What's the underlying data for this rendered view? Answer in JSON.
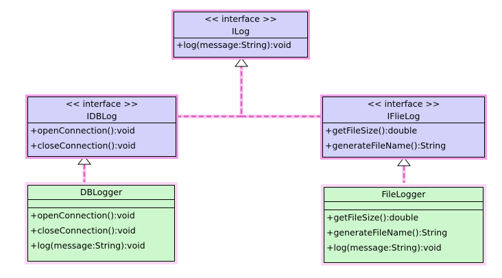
{
  "colors": {
    "interface_fill": "#d2d2fa",
    "interface_glow": "#ef9ee3",
    "class_fill": "#cdf8cd",
    "class_glow": "#fbd8f4",
    "connector": "#e060c0"
  },
  "classes": {
    "ilog": {
      "stereotype": "<< interface >>",
      "name": "ILog",
      "operations": [
        "+log(message:String):void"
      ]
    },
    "idblog": {
      "stereotype": "<< interface >>",
      "name": "IDBLog",
      "operations": [
        "+openConnection():void",
        "+closeConnection():void"
      ]
    },
    "ifilelog": {
      "stereotype": "<< interface >>",
      "name": "IFlieLog",
      "operations": [
        "+getFileSize():double",
        "+generateFileName():String"
      ]
    },
    "dblogger": {
      "name": "DBLogger",
      "operations": [
        "+openConnection():void",
        "+closeConnection():void",
        "+log(message:String):void"
      ]
    },
    "filelogger": {
      "name": "FileLogger",
      "operations": [
        "+getFileSize():double",
        "+generateFileName():String",
        "+log(message:String):void"
      ]
    }
  },
  "relations": [
    {
      "type": "realization",
      "from": "IDBLog",
      "to": "ILog"
    },
    {
      "type": "realization",
      "from": "IFlieLog",
      "to": "ILog"
    },
    {
      "type": "realization",
      "from": "DBLogger",
      "to": "IDBLog"
    },
    {
      "type": "realization",
      "from": "FileLogger",
      "to": "IFlieLog"
    }
  ]
}
